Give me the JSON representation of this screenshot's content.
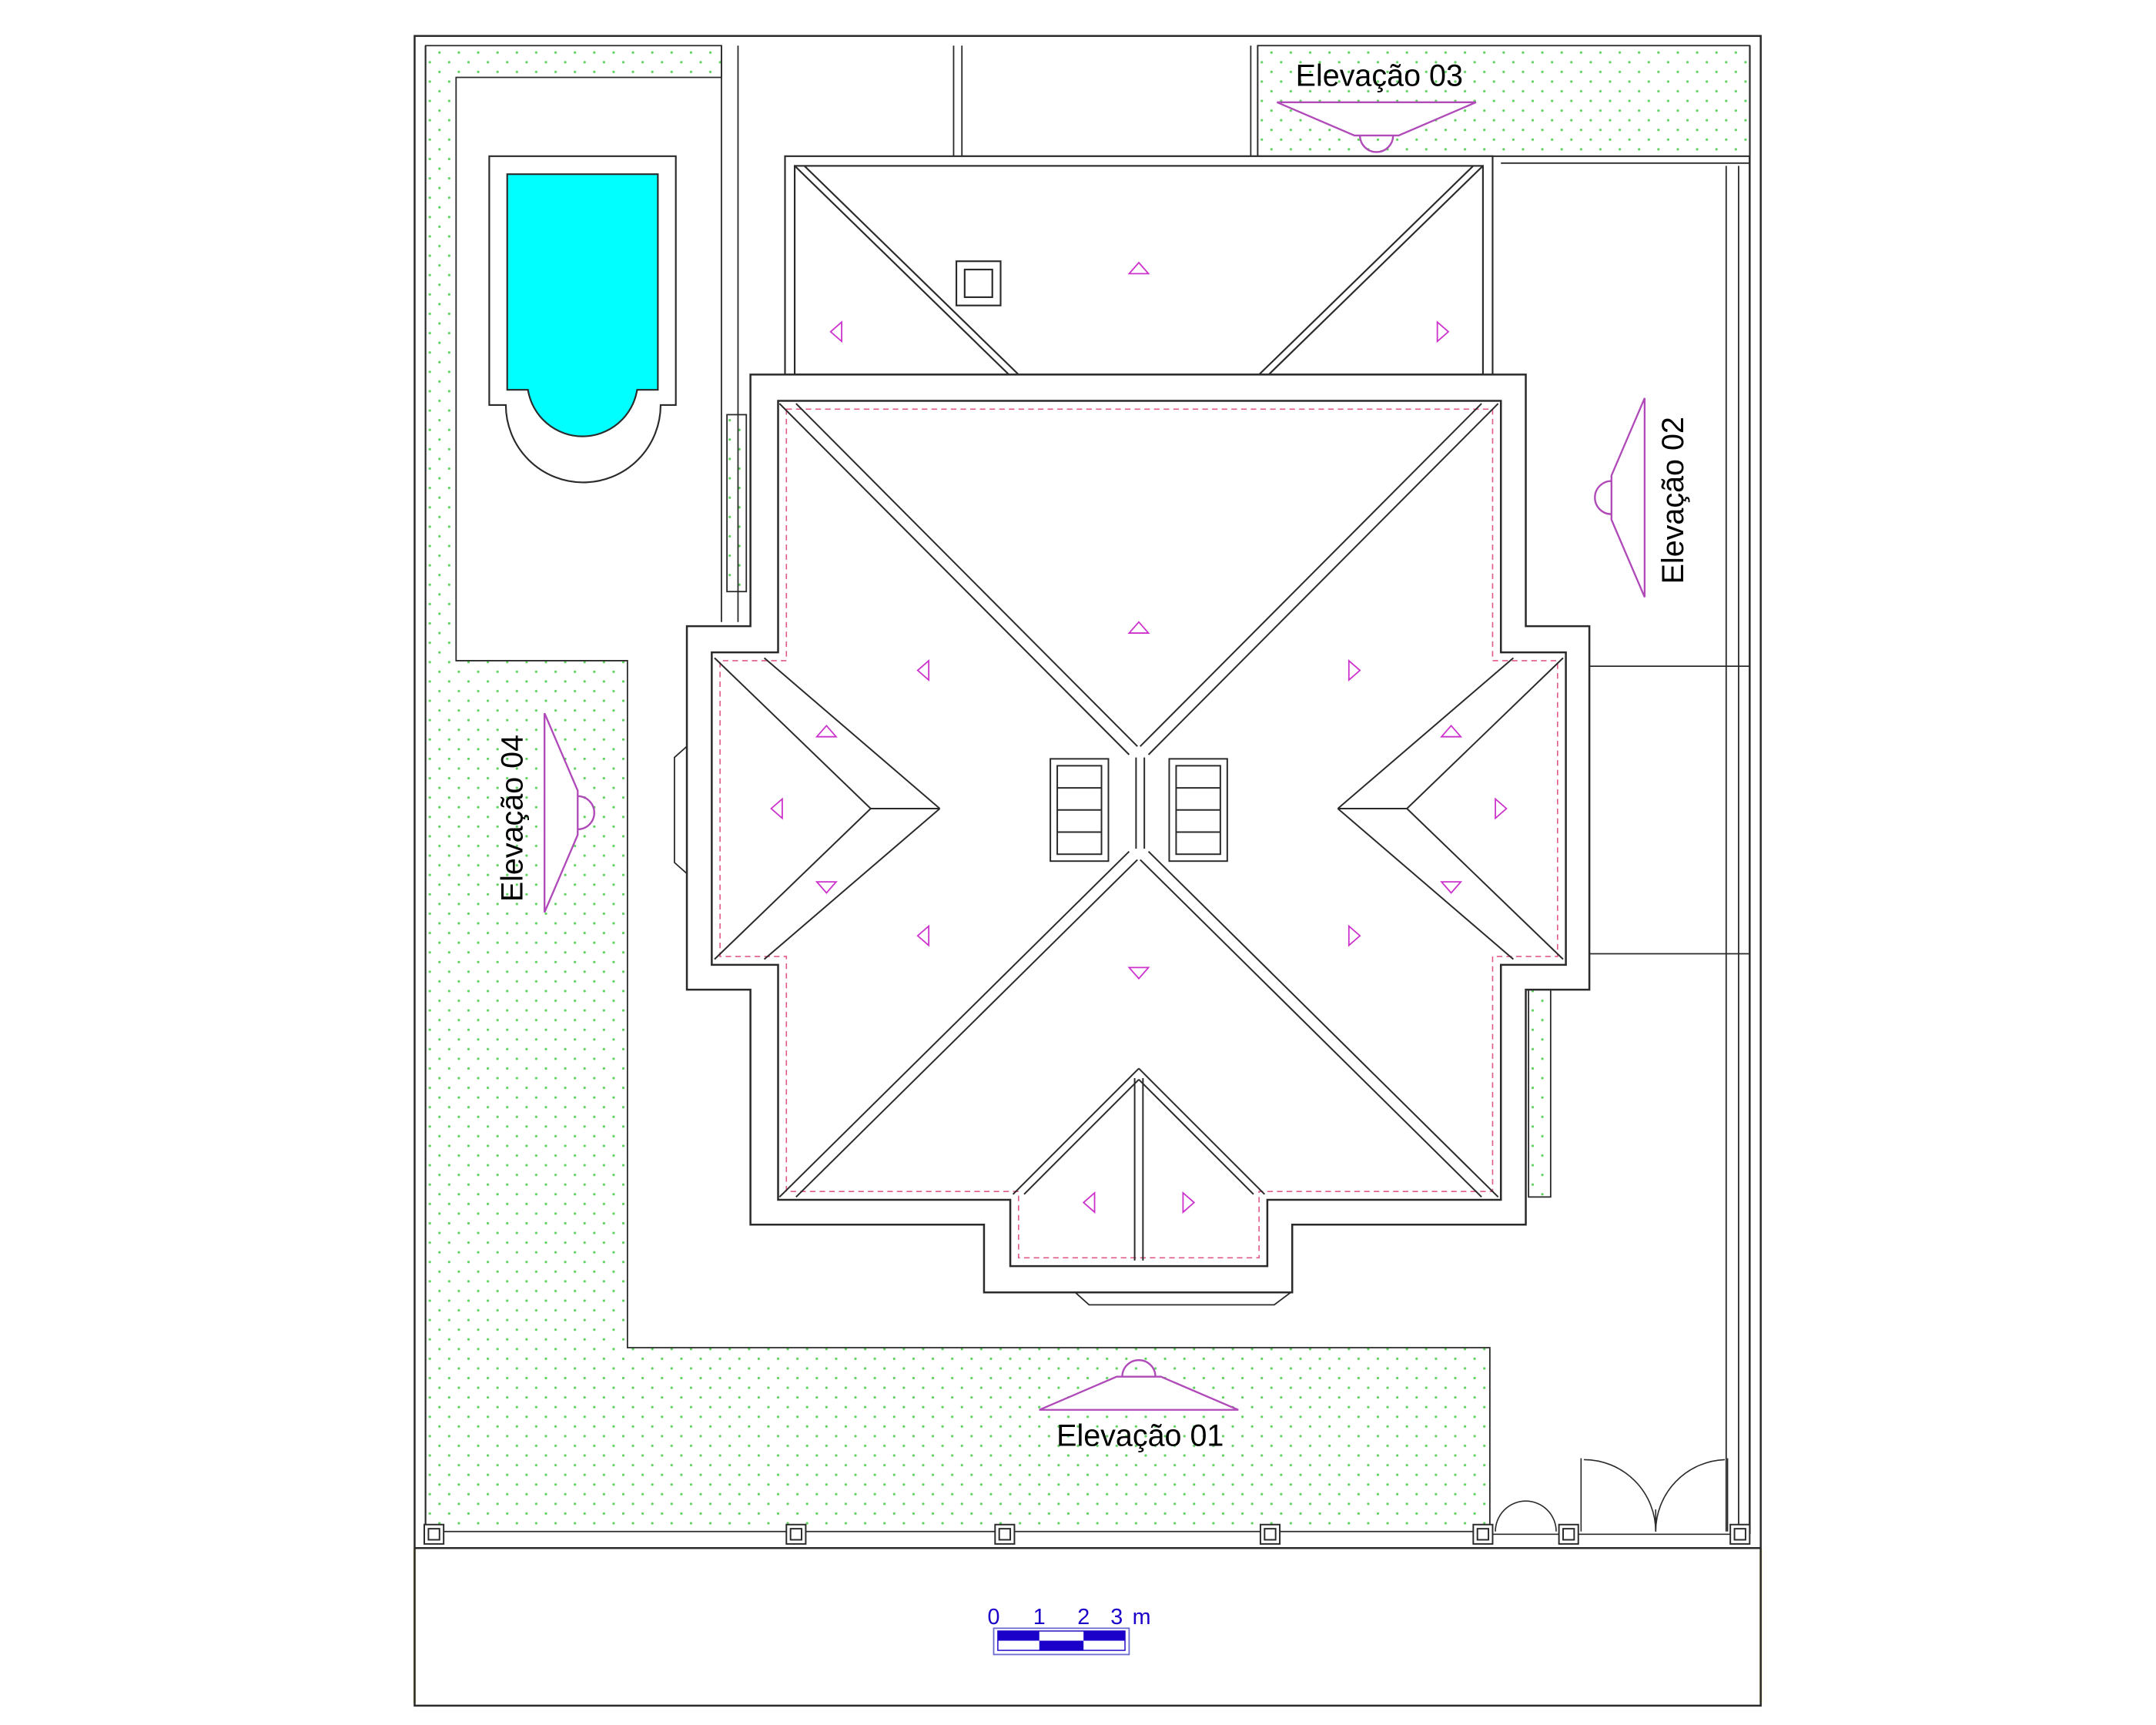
{
  "colors": {
    "line": "#2a2a2a",
    "pool_water": "#00ffff",
    "lawn_dots": "#5fd35f",
    "roof_arrow": "#cc33cc",
    "eave_dash": "#e05a8a",
    "elevation_mark": "#b04ab8",
    "scale_blue": "#1a00c8",
    "scale_outline": "#6a6ad0",
    "lot_edge_yellow": "#f0e8b0"
  },
  "elevations": {
    "e01": "Elevação 01",
    "e02": "Elevação 02",
    "e03": "Elevação 03",
    "e04": "Elevação 04"
  },
  "scale_bar": {
    "ticks": [
      "0",
      "1",
      "2",
      "3"
    ],
    "unit": "m"
  },
  "icons": {
    "elevation_marker": "elevation-marker-icon",
    "roof_slope_arrow": "roof-slope-arrow-icon",
    "skylight": "skylight-icon",
    "chimney": "chimney-icon",
    "door_swing": "door-swing-icon"
  }
}
